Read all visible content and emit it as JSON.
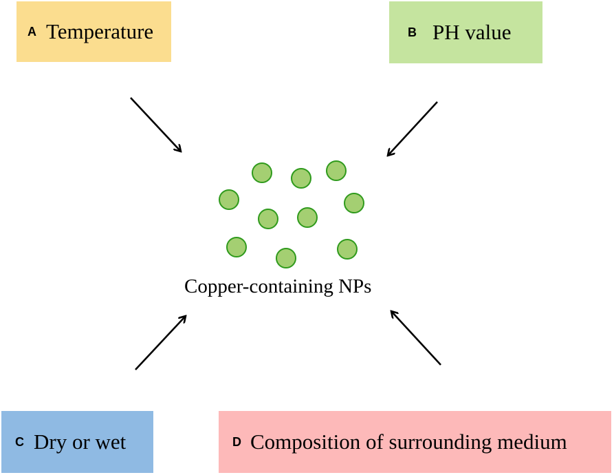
{
  "factors": [
    {
      "letter": "A",
      "label": "Temperature",
      "color": "#fbdd8f"
    },
    {
      "letter": "B",
      "label": "PH value",
      "color": "#c5e49f"
    },
    {
      "letter": "C",
      "label": "Dry or wet",
      "color": "#8fbae3"
    },
    {
      "letter": "D",
      "label": "Composition of surrounding medium",
      "color": "#fdb9b9"
    }
  ],
  "center": {
    "label": "Copper-containing NPs",
    "particle_color": "#a4cf72",
    "particle_stroke": "#2f9a1c"
  }
}
